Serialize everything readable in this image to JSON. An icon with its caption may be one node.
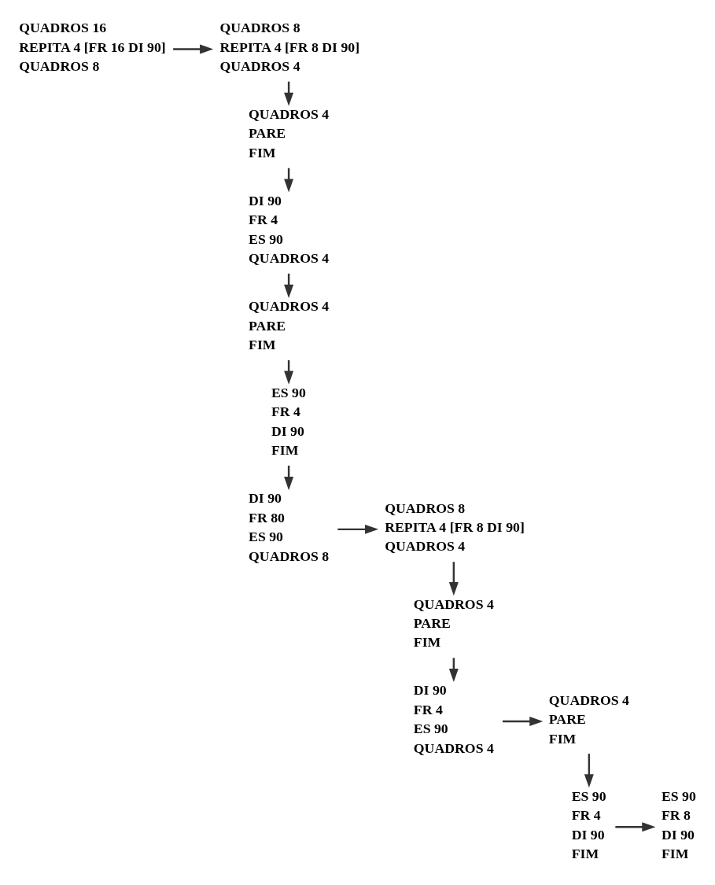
{
  "diagram": {
    "nodes": [
      {
        "text": [
          "QUADROS 16",
          "REPITA 4 [FR 16 DI 90]",
          "QUADROS 8"
        ]
      },
      {
        "text": [
          "QUADROS 8",
          "REPITA 4 [FR 8 DI 90]",
          "QUADROS 4"
        ]
      },
      {
        "text": [
          "QUADROS 4",
          "PARE",
          "FIM"
        ]
      },
      {
        "text": [
          "DI 90",
          "FR 4",
          "ES 90",
          "QUADROS 4"
        ]
      },
      {
        "text": [
          "QUADROS 4",
          "PARE",
          "FIM"
        ]
      },
      {
        "text": [
          "ES 90",
          "FR 4",
          "DI 90",
          "FIM"
        ]
      },
      {
        "text": [
          "DI 90",
          "FR 80",
          "ES 90",
          "QUADROS 8"
        ]
      },
      {
        "text": [
          "QUADROS 8",
          "REPITA 4 [FR 8 DI 90]",
          "QUADROS 4"
        ]
      },
      {
        "text": [
          "QUADROS 4",
          "PARE",
          "FIM"
        ]
      },
      {
        "text": [
          "DI 90",
          "FR 4",
          "ES 90",
          "QUADROS 4"
        ]
      },
      {
        "text": [
          "QUADROS 4",
          "PARE",
          "FIM"
        ]
      },
      {
        "text": [
          "ES 90",
          "FR 4",
          "DI 90",
          "FIM"
        ]
      },
      {
        "text": [
          "ES 90",
          "FR 8",
          "DI 90",
          "FIM"
        ]
      }
    ],
    "edges": [
      {
        "from": 0,
        "to": 1,
        "arrow": "to"
      },
      {
        "from": 1,
        "to": 2,
        "arrow": "to"
      },
      {
        "from": 2,
        "to": 3,
        "arrow": "to"
      },
      {
        "from": 3,
        "to": 4,
        "arrow": "to"
      },
      {
        "from": 4,
        "to": 5,
        "arrow": "to"
      },
      {
        "from": 5,
        "to": 6,
        "arrow": "to"
      },
      {
        "from": 6,
        "to": 7,
        "arrow": "to"
      },
      {
        "from": 7,
        "to": 8,
        "arrow": "to"
      },
      {
        "from": 8,
        "to": 9,
        "arrow": "to"
      },
      {
        "from": 9,
        "to": 10,
        "arrow": "to"
      },
      {
        "from": 10,
        "to": 11,
        "arrow": "to"
      },
      {
        "from": 11,
        "to": 12,
        "arrow": "to"
      }
    ]
  }
}
